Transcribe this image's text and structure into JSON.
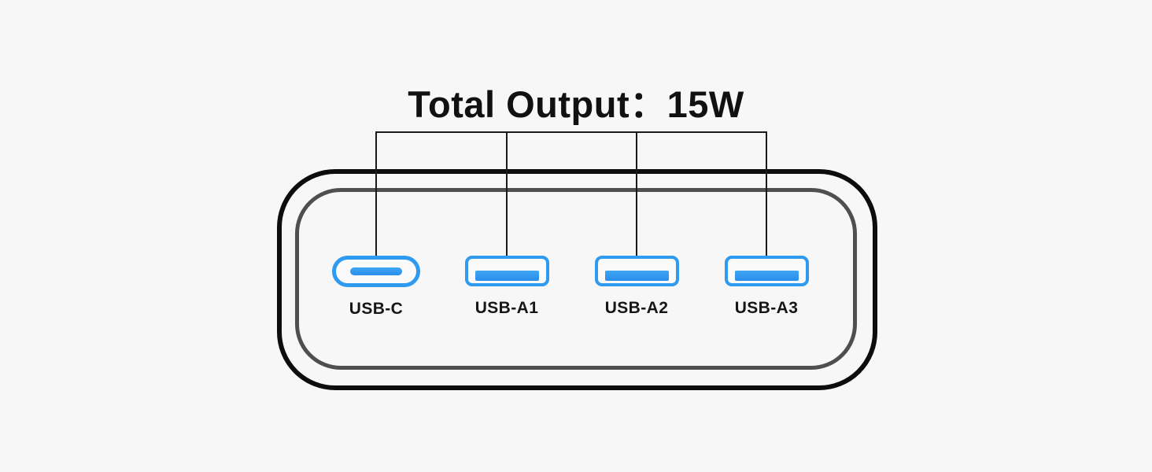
{
  "title": "Total Output：15W",
  "total_output": "15W",
  "colors": {
    "background": "#F7F7F7",
    "accent_blue": "#2E9AF0",
    "device_outline_black": "#0D0D0D",
    "device_outline_gray": "#4F4F4F",
    "connector_line": "#1A1A1A",
    "label_text": "#161616"
  },
  "ports": [
    {
      "type": "usb-c",
      "label": "USB-C"
    },
    {
      "type": "usb-a",
      "label": "USB-A1"
    },
    {
      "type": "usb-a",
      "label": "USB-A2"
    },
    {
      "type": "usb-a",
      "label": "USB-A3"
    }
  ]
}
